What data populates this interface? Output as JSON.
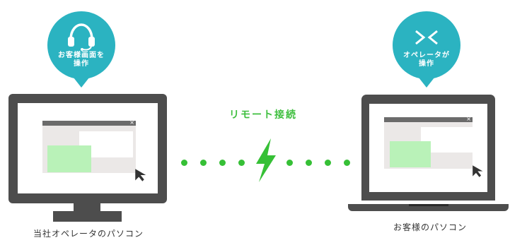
{
  "operator_bubble": {
    "icon": "headset-icon",
    "line1": "お客様画面を",
    "line2": "操作"
  },
  "customer_bubble": {
    "icon": "remote-connect-icon",
    "line1": "オペレータが",
    "line2": "操作"
  },
  "connection": {
    "label": "リモート接続",
    "icon": "lightning-bolt-icon"
  },
  "operator_pc": {
    "caption": "当社オペレータのパソコン",
    "window_close": "×"
  },
  "customer_pc": {
    "caption": "お客様のパソコン",
    "window_close": "×"
  },
  "colors": {
    "teal": "#2bb3c1",
    "green": "#36c036",
    "device": "#4d4d4d",
    "window_green": "#b9f2b8"
  }
}
